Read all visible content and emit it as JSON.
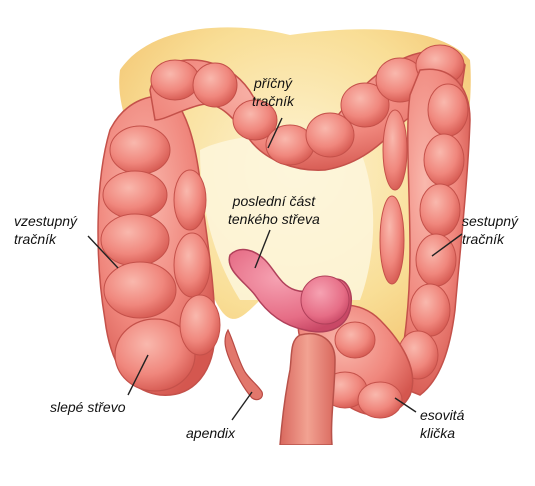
{
  "labels": {
    "transverse": {
      "line1": "příčný",
      "line2": "tračník"
    },
    "small_intestine_end": {
      "line1": "poslední část",
      "line2": "tenkého střeva"
    },
    "ascending": {
      "line1": "vzestupný",
      "line2": "tračník"
    },
    "descending": {
      "line1": "sestupný",
      "line2": "tračník"
    },
    "cecum": "slepé střevo",
    "appendix": "apendix",
    "sigmoid": {
      "line1": "esovitá",
      "line2": "klička"
    }
  },
  "colors": {
    "colon_fill": "#f08a80",
    "colon_shade": "#d9645e",
    "colon_highlight": "#f8b3a8",
    "fat": "#f7d27a",
    "fat_light": "#fbe7a8",
    "small_intestine": "#e9708a",
    "rectum": "#e8877a",
    "leader": "#222222"
  }
}
